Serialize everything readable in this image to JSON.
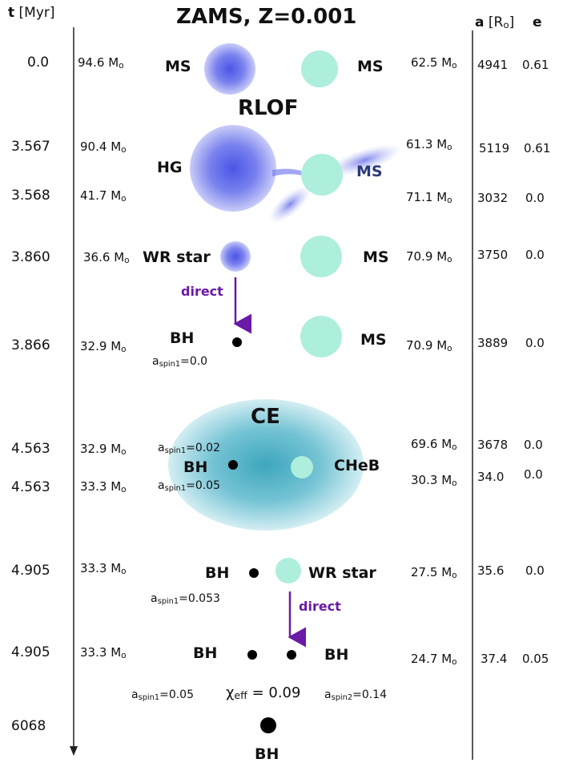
{
  "title": "ZAMS, Z=0.001",
  "header": {
    "t_bold": "t",
    "t_unit": "[Myr]",
    "a_bold": "a",
    "a_unit": "[R",
    "a_sub": "o",
    "a_close": "]",
    "e_label": "e"
  },
  "times": [
    "0.0",
    "3.567",
    "3.568",
    "3.860",
    "3.866",
    "4.563",
    "4.563",
    "4.905",
    "4.905",
    "6068"
  ],
  "left_masses": [
    "94.6",
    "90.4",
    "41.7",
    "36.6",
    "32.9",
    "32.9",
    "33.3",
    "33.3",
    "33.3"
  ],
  "right_masses": [
    "62.5",
    "61.3",
    "71.1",
    "70.9",
    "70.9",
    "69.6",
    "30.3",
    "27.5",
    "24.7"
  ],
  "mass_unit": "M",
  "mass_sub": "o",
  "separations": [
    "4941",
    "5119",
    "3032",
    "3750",
    "3889",
    "3678",
    "34.0",
    "35.6",
    "37.4"
  ],
  "eccentricities": [
    "0.61",
    "0.61",
    "0.0",
    "0.0",
    "0.0",
    "0.0",
    "0.0",
    "0.0",
    "0.05"
  ],
  "labels": {
    "ms": "MS",
    "hg": "HG",
    "wr_star": "WR star",
    "bh": "BH",
    "cheb": "CHeB",
    "rlof": "RLOF",
    "ce": "CE",
    "direct": "direct"
  },
  "spins": {
    "a_prefix": "a",
    "spin1_sub": "spin1",
    "spin2_sub": "spin2",
    "s1": "=0.0",
    "s2": "=0.02",
    "s3": "=0.05",
    "s4": "=0.053",
    "s5": "=0.05",
    "s6": "=0.14",
    "chi": "χ",
    "chi_sub": "eff",
    "chi_val": " = 0.09"
  },
  "colors": {
    "blue_star": "#5b67e8",
    "teal_star": "#aeeedd",
    "ce_cloud": "#7fc4d4",
    "arrow": "#6a1aa6",
    "axis": "#222222"
  }
}
